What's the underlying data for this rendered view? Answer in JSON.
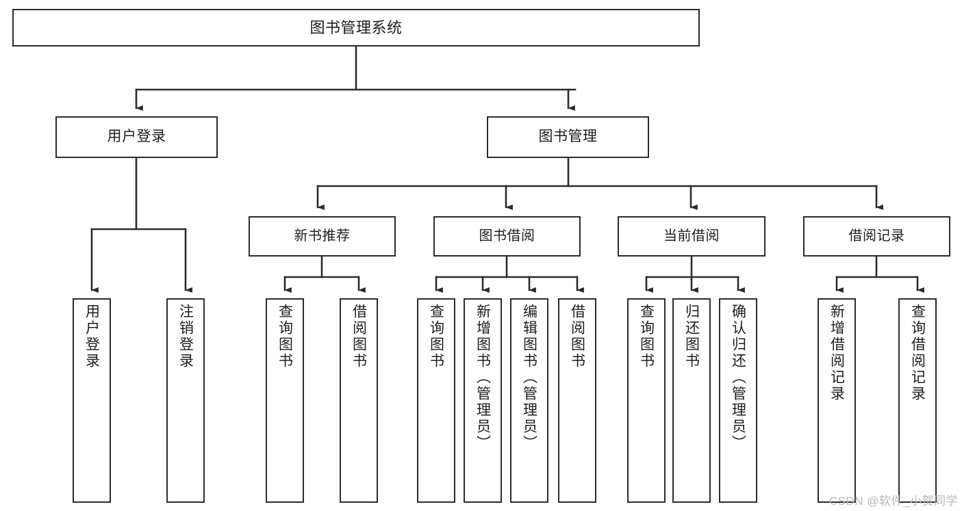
{
  "diagram": {
    "title": "图书管理系统",
    "type": "tree",
    "root": {
      "label": "图书管理系统"
    },
    "level2": [
      {
        "label": "用户登录"
      },
      {
        "label": "图书管理"
      }
    ],
    "level3": [
      {
        "label": "新书推荐"
      },
      {
        "label": "图书借阅"
      },
      {
        "label": "当前借阅"
      },
      {
        "label": "借阅记录"
      }
    ],
    "leaves": {
      "user_login": [
        {
          "label": "用户登录"
        },
        {
          "label": "注销登录"
        }
      ],
      "new_book_recommend": [
        {
          "label": "查询图书"
        },
        {
          "label": "借阅图书"
        }
      ],
      "book_borrow": [
        {
          "label": "查询图书"
        },
        {
          "label": "新增图书（管理员）"
        },
        {
          "label": "编辑图书（管理员）"
        },
        {
          "label": "借阅图书"
        }
      ],
      "current_borrow": [
        {
          "label": "查询图书"
        },
        {
          "label": "归还图书"
        },
        {
          "label": "确认归还（管理员）"
        }
      ],
      "borrow_record": [
        {
          "label": "新增借阅记录"
        },
        {
          "label": "查询借阅记录"
        }
      ]
    }
  },
  "watermark": {
    "text": "CSDN @软件_小贺同学"
  },
  "colors": {
    "stroke": "#2b2b2b",
    "background": "#ffffff",
    "text": "#1d1d1d",
    "watermark": "#b9b9b9"
  }
}
